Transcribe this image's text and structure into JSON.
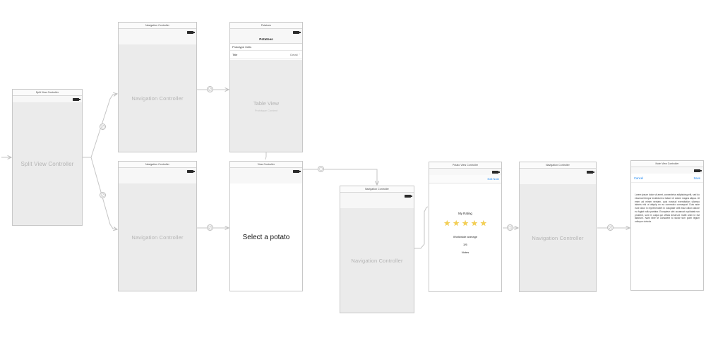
{
  "canvas": {
    "tool": "storyboard-canvas",
    "background": "#ffffff",
    "connector_color": "#c2c2c2",
    "placeholder_fill": "#ebebeb",
    "placeholder_text_color": "#b4b4b4",
    "accent_blue": "#1583f2",
    "star_color": "#f4cf52"
  },
  "scenes": {
    "split_view": {
      "title": "Split View Controller",
      "label": "Split View Controller"
    },
    "nav_master": {
      "title": "Navigation Controller",
      "label": "Navigation Controller"
    },
    "nav_detail": {
      "title": "Navigation Controller",
      "label": "Navigation Controller"
    },
    "table_view": {
      "title": "Potatoes",
      "navbar_title": "Potatoes",
      "section_header": "Prototype Cells",
      "cell_title": "Title",
      "cell_detail": "Detail",
      "chevron": "›",
      "placeholder_title": "Table View",
      "placeholder_subtitle": "Prototype Content"
    },
    "select_potato": {
      "title": "View Controller",
      "message": "Select a potato"
    },
    "nav_middle": {
      "title": "Navigation Controller",
      "label": "Navigation Controller"
    },
    "potato_view": {
      "title": "Potato View Controller",
      "edit_note": "Edit Note",
      "my_rating": "My Rating",
      "stars": [
        "★",
        "★",
        "★",
        "★",
        "★"
      ],
      "worldwide_average": "Worldwide average",
      "score": "3/5",
      "notes": "Notes"
    },
    "nav_note": {
      "title": "Navigation Controller",
      "label": "Navigation Controller"
    },
    "note_view": {
      "title": "Note View Controller",
      "cancel": "Cancel",
      "save": "Save",
      "body": "Lorem ipsum dolor sit amet, consectetur adipisicing elit, sed do eiusmod tempor incididunt ut labore et dolore magna aliqua. Ut enim ad minim veniam, quis nostrud exercitation ullamco laboris nisi ut aliquip ex ea commodo consequat. Duis aute irure dolor in reprehenderit in voluptate velit esse cillum dolore eu fugiat nulla pariatur. Excepteur sint occaecat cupidatat non proident, sunt in culpa qui officia deserunt mollit anim id est laborum. Nam liber te conscient to factor tum poen legum odioque civiuda."
    }
  },
  "badges": [
    {
      "name": "relationship-segue-badge",
      "glyph": "relationship"
    },
    {
      "name": "relationship-segue-badge",
      "glyph": "relationship"
    },
    {
      "name": "relationship-segue-badge",
      "glyph": "relationship"
    },
    {
      "name": "relationship-segue-badge",
      "glyph": "relationship"
    },
    {
      "name": "show-segue-badge",
      "glyph": "show"
    },
    {
      "name": "present-modally-segue-badge",
      "glyph": "modal"
    },
    {
      "name": "relationship-segue-badge",
      "glyph": "relationship"
    }
  ]
}
